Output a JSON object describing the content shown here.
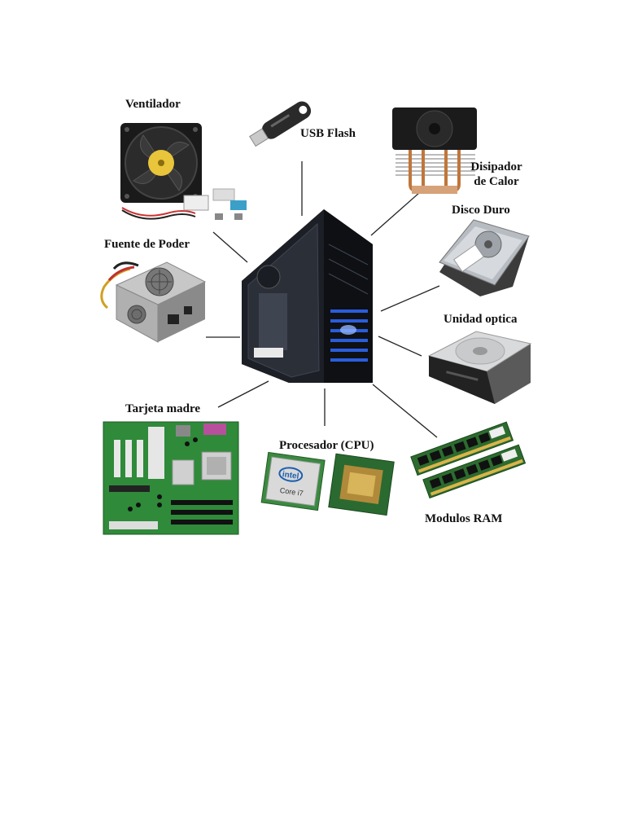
{
  "center_component": "pc-tower",
  "components": {
    "fan": {
      "label": "Ventilador",
      "icon": "fan-icon"
    },
    "usb": {
      "label": "USB Flash",
      "icon": "usb-flash-icon"
    },
    "heatsink": {
      "label_line1": "Disipador",
      "label_line2": "de Calor",
      "icon": "heatsink-icon"
    },
    "hdd": {
      "label": "Disco Duro",
      "icon": "hard-disk-icon"
    },
    "psu": {
      "label": "Fuente de Poder",
      "icon": "power-supply-icon"
    },
    "optical": {
      "label": "Unidad optica",
      "icon": "optical-drive-icon"
    },
    "motherboard": {
      "label": "Tarjeta madre",
      "icon": "motherboard-icon"
    },
    "cpu": {
      "label": "Procesador (CPU)",
      "icon": "cpu-icon",
      "chip_brand": "intel",
      "chip_model": "Core i7"
    },
    "ram": {
      "label": "Modulos RAM",
      "icon": "ram-module-icon"
    }
  },
  "colors": {
    "background": "#ffffff",
    "connector": "#222222",
    "tower": "#15171c",
    "tower_accent": "#2f6bff",
    "pcb_green": "#2f8a3a",
    "ram_green": "#2d6b2f"
  }
}
